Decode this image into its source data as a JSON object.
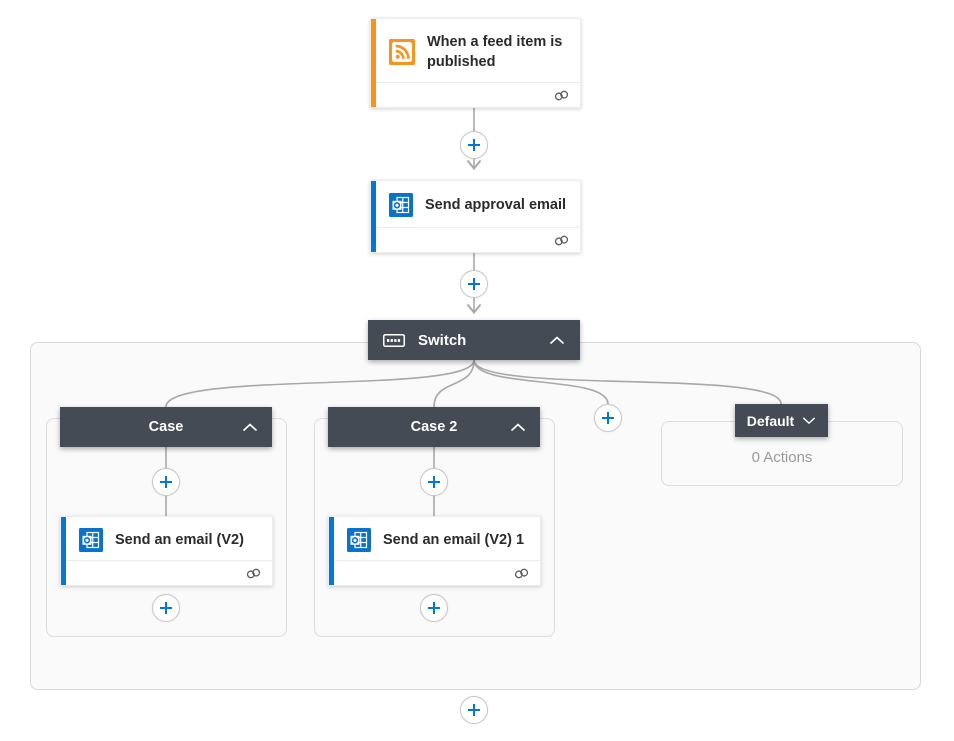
{
  "colors": {
    "accent_blue": "#0078D4",
    "outlook_blue": "#0B72C9",
    "rss_orange": "#F7941E",
    "scope_header_dark": "#444B54",
    "connector_gray": "#A8A8A8",
    "muted_text": "#9A9A9A"
  },
  "trigger_card": {
    "title": "When a feed item is published",
    "icon": "rss-icon"
  },
  "approval_card": {
    "title": "Send approval email",
    "icon": "outlook-icon"
  },
  "switch_scope": {
    "label": "Switch",
    "icon": "switch-control-icon",
    "collapse_icon": "chevron-up-icon"
  },
  "branches": {
    "case1": {
      "label": "Case",
      "collapse_icon": "chevron-up-icon",
      "action": {
        "title": "Send an email (V2)",
        "icon": "outlook-icon"
      }
    },
    "case2": {
      "label": "Case 2",
      "collapse_icon": "chevron-up-icon",
      "action": {
        "title": "Send an email (V2) 1",
        "icon": "outlook-icon"
      }
    },
    "default_branch": {
      "label": "Default",
      "collapse_icon": "chevron-down-icon",
      "body": "0 Actions"
    }
  }
}
